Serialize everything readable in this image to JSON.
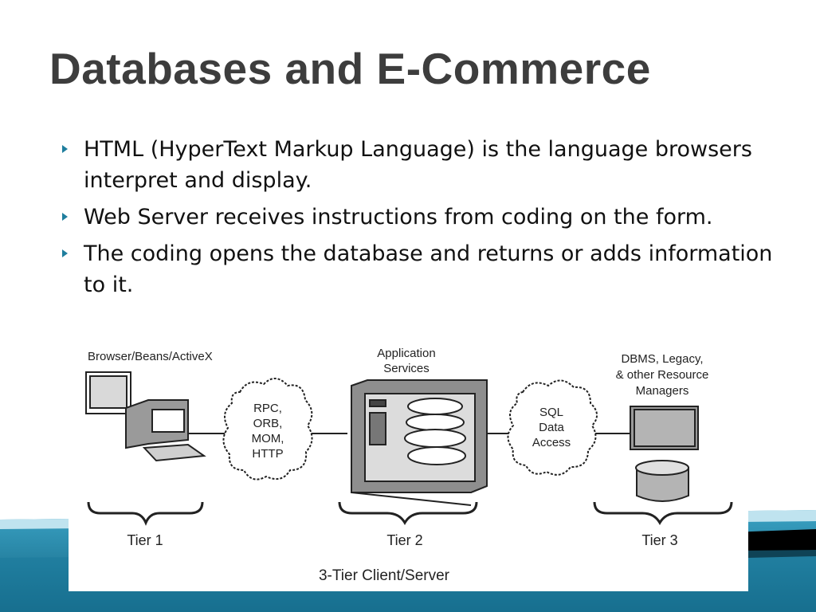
{
  "slide": {
    "title": "Databases and E-Commerce",
    "bullets": [
      "HTML (HyperText Markup Language) is the language browsers interpret and display.",
      "Web Server receives instructions from coding on the form.",
      "The coding opens the database and returns or adds information to it."
    ]
  },
  "diagram": {
    "client_label": "Browser/Beans/ActiveX",
    "app_label": [
      "Application",
      "Services"
    ],
    "resource_label": [
      "DBMS, Legacy,",
      "& other Resource",
      "Managers"
    ],
    "cloud1": [
      "RPC,",
      "ORB,",
      "MOM,",
      "HTTP"
    ],
    "cloud2": [
      "SQL",
      "Data",
      "Access"
    ],
    "tiers": [
      "Tier 1",
      "Tier 2",
      "Tier 3"
    ],
    "caption": "3-Tier Client/Server"
  },
  "colors": {
    "accent": "#1f7e9e",
    "title": "#3d3d3d",
    "band_teal": "#1e7fa3",
    "band_light": "#bfe3ef"
  }
}
